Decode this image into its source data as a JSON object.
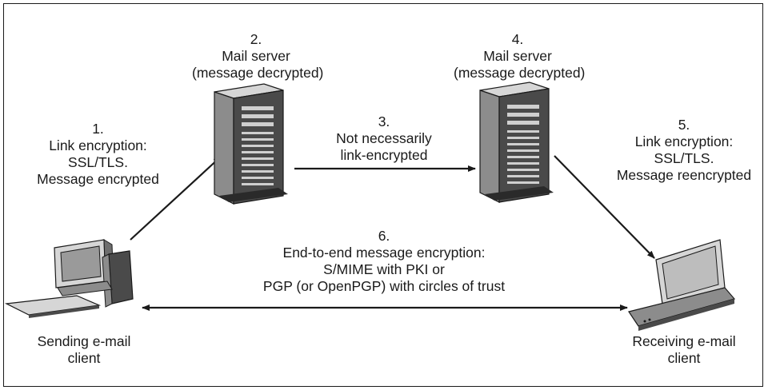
{
  "figure": {
    "steps": {
      "step1": [
        "1.",
        "Link encryption:",
        "SSL/TLS.",
        "Message encrypted"
      ],
      "step2": [
        "2.",
        "Mail server",
        "(message decrypted)"
      ],
      "step3": [
        "3.",
        "Not necessarily",
        "link-encrypted"
      ],
      "step4": [
        "4.",
        "Mail server",
        "(message decrypted)"
      ],
      "step5": [
        "5.",
        "Link encryption:",
        "SSL/TLS.",
        "Message reencrypted"
      ],
      "step6": [
        "6.",
        "End-to-end message encryption:",
        "S/MIME with PKI or",
        "PGP (or OpenPGP) with circles of trust"
      ]
    },
    "sender": [
      "Sending e-mail",
      "client"
    ],
    "receiver": [
      "Receiving e-mail",
      "client"
    ]
  },
  "colors": {
    "line": "#1a1a1a",
    "device_dark": "#4a4a4a",
    "device_mid": "#8c8c8c",
    "device_light": "#d6d6d6",
    "screen": "#bdbdbd"
  },
  "icons": [
    "desktop-computer-icon",
    "tower-server-icon",
    "tower-server-icon",
    "laptop-computer-icon"
  ]
}
